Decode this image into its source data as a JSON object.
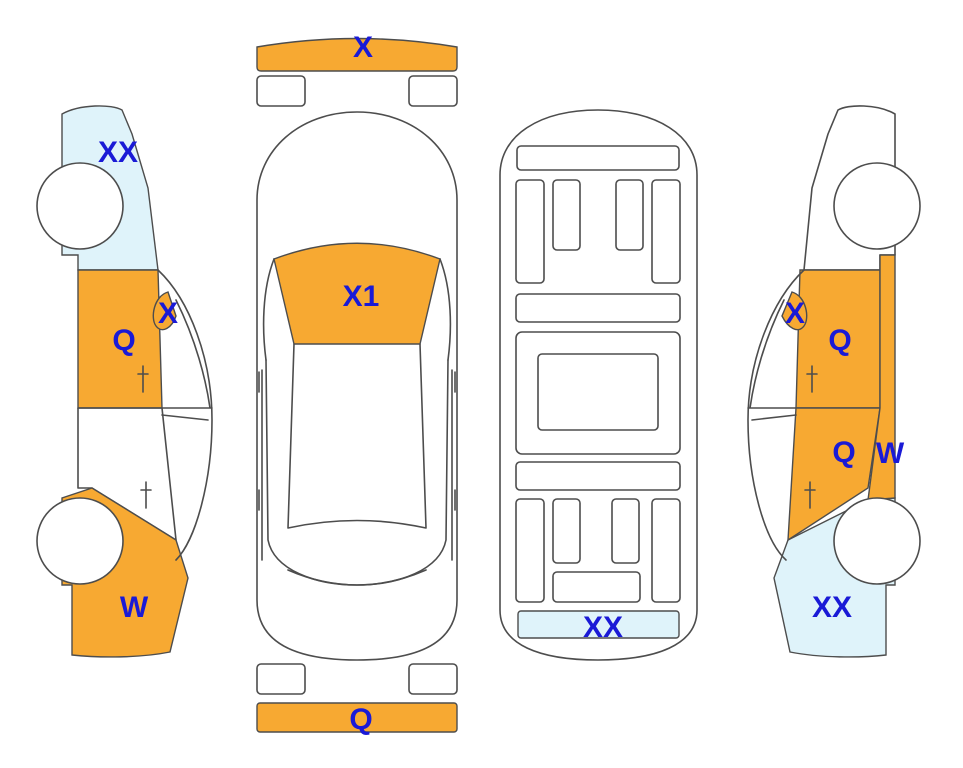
{
  "colors": {
    "orange": "#f7a932",
    "light_blue": "#dff3fa",
    "label": "#1a1ad6",
    "outline": "#4d4d4d"
  },
  "top_view": {
    "front_bumper": "X",
    "hood": "X1",
    "rear_bumper": "Q"
  },
  "underside_view": {
    "rear_panel": "XX"
  },
  "left_side": {
    "front_fender": "XX",
    "front_door": "Q",
    "mirror": "X",
    "rear_quarter": "W"
  },
  "right_side": {
    "rear_quarter": "XX",
    "rear_door": "Q",
    "mirror": "X",
    "front_door": "Q",
    "front_fender": "W"
  }
}
